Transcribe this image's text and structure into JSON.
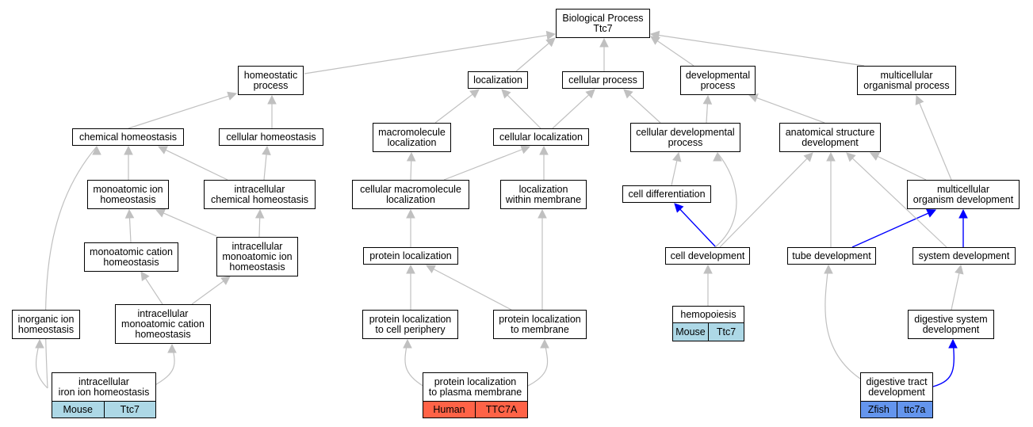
{
  "colors": {
    "edge_gray": "#c0c0c0",
    "edge_blue": "#0000ff",
    "mouse": "#add8e6",
    "human": "#ff6347",
    "zfish": "#6495ed"
  },
  "nodes": {
    "bp": "Biological Process\nTtc7",
    "homeostatic": "homeostatic\nprocess",
    "localization": "localization",
    "cellular_process": "cellular process",
    "developmental": "developmental\nprocess",
    "multicellular_proc": "multicellular\norganismal process",
    "chemical_homeo": "chemical homeostasis",
    "cellular_homeo": "cellular homeostasis",
    "macromolecule_loc": "macromolecule\nlocalization",
    "cellular_loc": "cellular localization",
    "cell_dev_proc": "cellular developmental\nprocess",
    "anat_struct": "anatomical structure\ndevelopment",
    "mono_ion_homeo": "monoatomic ion\nhomeostasis",
    "intra_chem_homeo": "intracellular\nchemical homeostasis",
    "cell_macro_loc": "cellular macromolecule\nlocalization",
    "loc_membrane": "localization\nwithin membrane",
    "cell_diff": "cell differentiation",
    "multi_org_dev": "multicellular\norganism development",
    "mono_cation_homeo": "monoatomic cation\nhomeostasis",
    "intra_mono_ion": "intracellular\nmonoatomic ion\nhomeostasis",
    "protein_loc": "protein localization",
    "cell_development": "cell development",
    "tube_dev": "tube development",
    "system_dev": "system development",
    "inorganic_ion": "inorganic ion\nhomeostasis",
    "intra_mono_cation": "intracellular\nmonoatomic cation\nhomeostasis",
    "prot_loc_periphery": "protein localization\nto cell periphery",
    "prot_loc_membrane": "protein localization\nto membrane",
    "hemopoiesis": "hemopoiesis",
    "digestive_sys": "digestive system\ndevelopment",
    "intra_iron": "intracellular\niron ion homeostasis",
    "prot_loc_plasma": "protein localization\nto plasma membrane",
    "digestive_tract": "digestive tract\ndevelopment"
  },
  "tags": {
    "intra_iron": {
      "species": "Mouse",
      "gene": "Ttc7",
      "color": "#add8e6"
    },
    "prot_loc_plasma": {
      "species": "Human",
      "gene": "TTC7A",
      "color": "#ff6347"
    },
    "hemopoiesis": {
      "species": "Mouse",
      "gene": "Ttc7",
      "color": "#add8e6"
    },
    "digestive_tract": {
      "species": "Zfish",
      "gene": "ttc7a",
      "color": "#6495ed"
    }
  }
}
